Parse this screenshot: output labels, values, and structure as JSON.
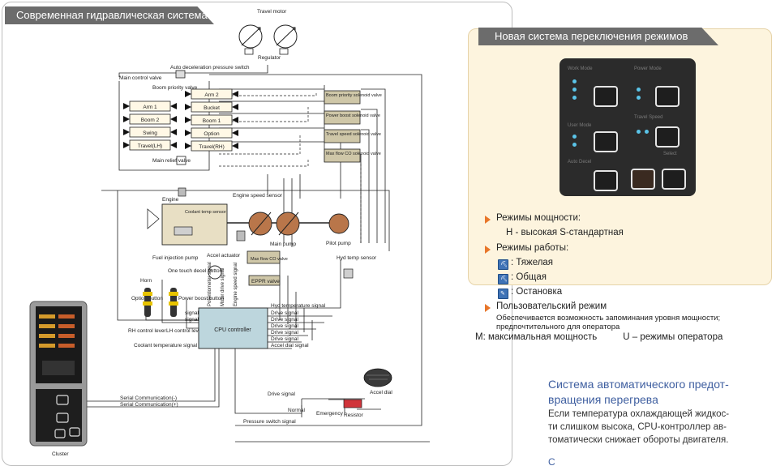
{
  "left_panel": {
    "title": "Современная гидравлическая система",
    "labels": {
      "travel_motor": "Travel motor",
      "regulator": "Regulator",
      "auto_decel": "Auto deceleration pressure switch",
      "main_control_valve": "Main control valve",
      "boom_priority_valve": "Boom priority valve",
      "arm1": "Arm 1",
      "arm2": "Arm 2",
      "boom2": "Boom 2",
      "bucket": "Bucket",
      "swing": "Swing",
      "boom1": "Boom 1",
      "travel_lh": "Travel(LH)",
      "option": "Option",
      "travel_rh": "Travel(RH)",
      "main_relief_valve": "Main relief valve",
      "boom_priority_sol": "Boom priority solenoid valve",
      "power_boost_sol": "Power boost solenoid valve",
      "travel_speed_sol": "Travel speed solenoid valve",
      "max_flow_co_sol": "Max flow CO solenoid valve",
      "engine": "Engine",
      "coolant_sensor": "Coolant temp sensor",
      "engine_speed_sensor": "Engine speed sensor",
      "main_pump": "Main pump",
      "pilot_pump": "Pilot pump",
      "fuel_pump": "Fuel injection pump",
      "accel_actuator": "Accel actuator",
      "max_flow_co_valve": "Max flow CO valve",
      "eppr_valve": "EPPR valve",
      "hyd_temp_sensor": "Hyd temp sensor",
      "horn": "Horn",
      "one_touch": "One touch decel button",
      "option_button": "Option button",
      "power_boost_button": "Power boost button",
      "rh_lever": "RH control lever",
      "lh_lever": "LH control lever",
      "cpu": "CPU controller",
      "cluster": "Cluster",
      "accel_dial": "Accel dial",
      "normal": "Normal",
      "emergency": "Emergency",
      "resistor": "Resistor",
      "signal1": "signal",
      "signal2": "signal",
      "coolant_temp_signal": "Coolant temperature signal",
      "hyd_temp_signal": "Hyd temperature signal",
      "drive_signal": "Drive signal",
      "accel_dial_signal": "Accel dial signal",
      "serial_minus": "Serial Communication(-)",
      "serial_plus": "Serial Communication(+)",
      "pressure_switch_signal": "Pressure switch signal",
      "potentiometer_signal": "Potentiometer signal",
      "motor_drive_signal": "Motor drive signal",
      "engine_speed_signal": "Engine speed signal"
    }
  },
  "right_panel": {
    "title": "Новая система переключения режимов",
    "mode_panel": {
      "work_mode": "Work Mode",
      "power_mode": "Power Mode",
      "user_mode": "User Mode",
      "travel_speed": "Travel Speed",
      "auto_decel": "Auto Decel",
      "select": "Select"
    },
    "power_modes_heading": "Режимы мощности:",
    "power_modes_values": "H - высокая   S-стандартная",
    "work_modes_heading": "Режимы работы:",
    "work_modes": [
      {
        "icon": "heavy-duty-icon",
        "label": ": Тяжелая"
      },
      {
        "icon": "general-icon",
        "label": ": Общая"
      },
      {
        "icon": "breaker-icon",
        "label": ": Остановка"
      }
    ],
    "user_mode_heading": "Пользовательский режим",
    "user_mode_desc_1": "Обеспечивается возможность запоминания уровня мощности;",
    "user_mode_desc_2": "предпочтительного для оператора",
    "bottom_line": "M: максимальная мощность          U – режимы оператора",
    "accent_color": "#e8762a"
  },
  "overheat": {
    "title_line1": "Система автоматического предот-",
    "title_line2": "вращения перегрева",
    "body_line1": "Если температура охлаждающей жидкос-",
    "body_line2": "ти слишком высока, CPU-контроллер ав-",
    "body_line3": "томатически снижает обороты двигателя.",
    "cut_line": "С"
  }
}
